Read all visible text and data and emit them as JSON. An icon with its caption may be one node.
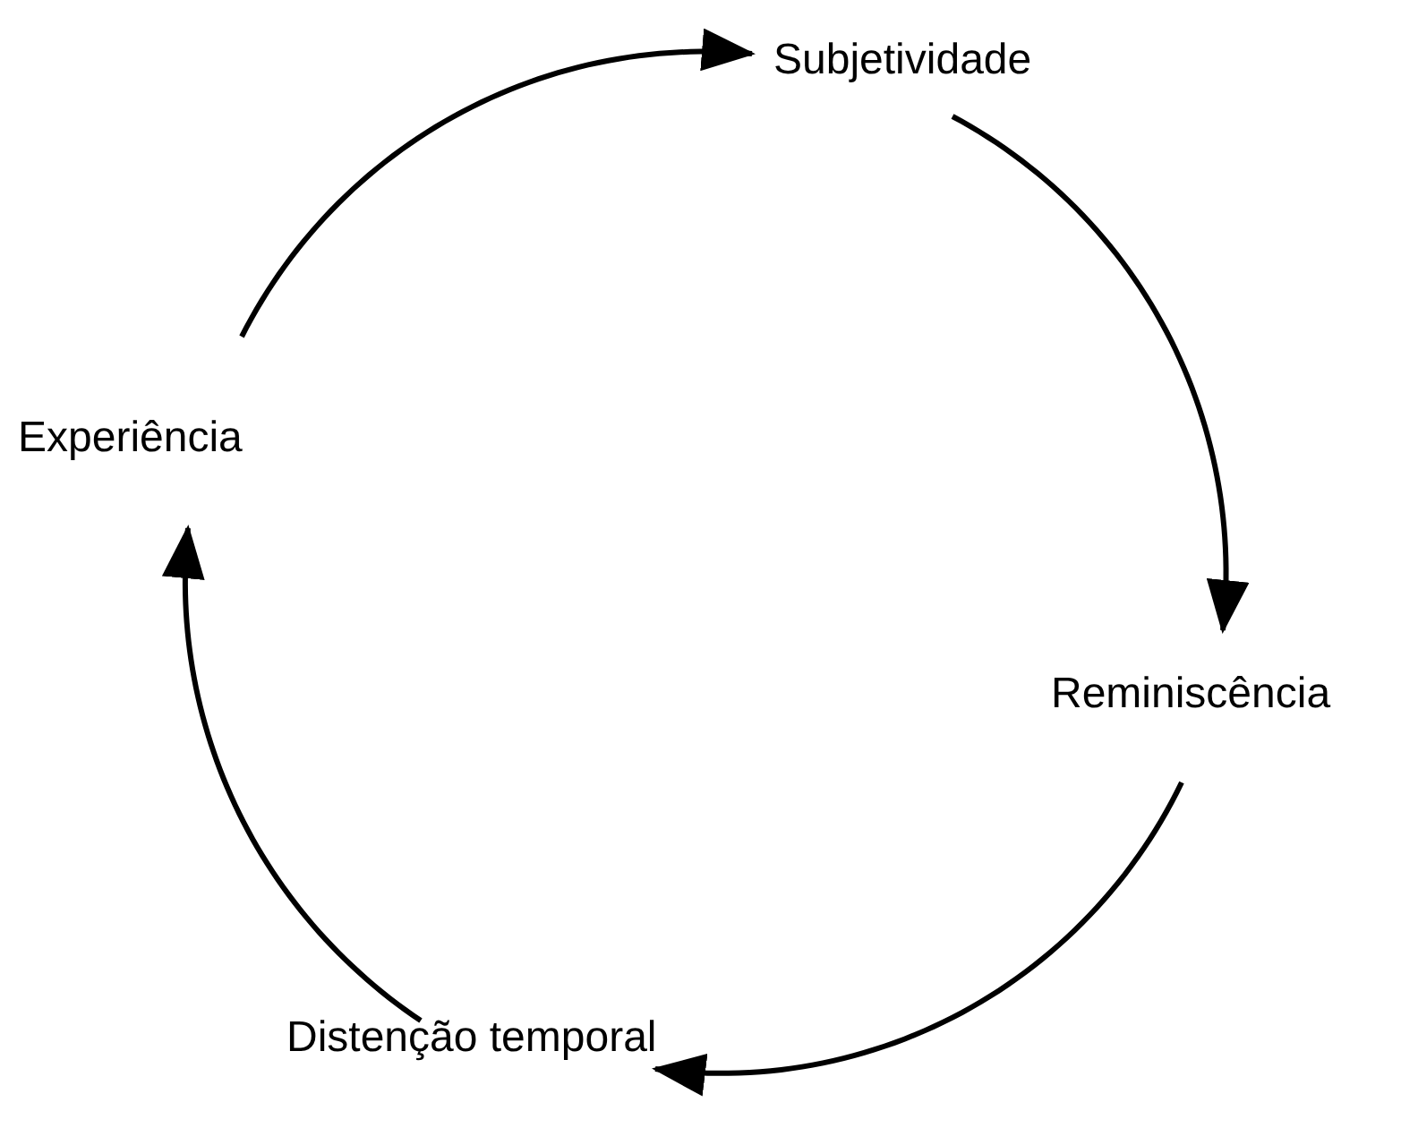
{
  "diagram": {
    "nodes": [
      {
        "text": [
          "Subjetividade"
        ]
      },
      {
        "text": [
          "Reminiscência"
        ]
      },
      {
        "text": [
          "Distenção temporal"
        ]
      },
      {
        "text": [
          "Experiência"
        ]
      }
    ],
    "edges": [
      {
        "from": 3,
        "to": 0,
        "arrow": "to"
      },
      {
        "from": 0,
        "to": 1,
        "arrow": "to"
      },
      {
        "from": 1,
        "to": 2,
        "arrow": "to"
      },
      {
        "from": 2,
        "to": 3,
        "arrow": "to"
      }
    ]
  }
}
